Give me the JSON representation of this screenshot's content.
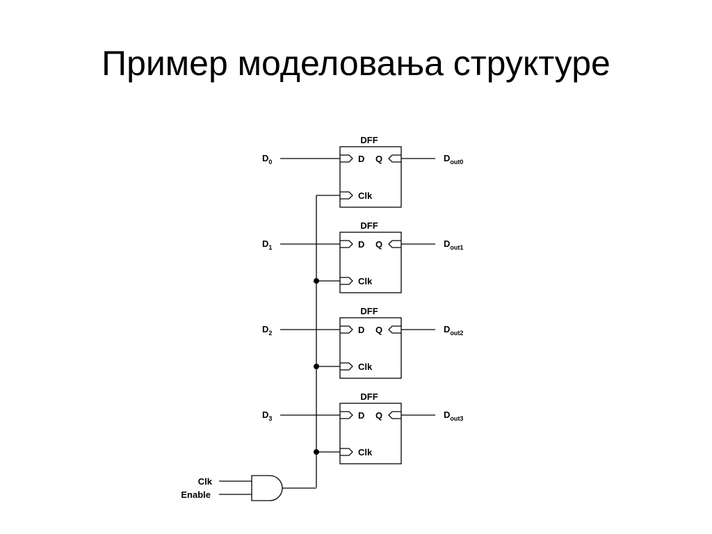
{
  "slide": {
    "title": "Пример моделовања структуре"
  },
  "diagram": {
    "block_label": "DFF",
    "pin_d": "D",
    "pin_q": "Q",
    "pin_clk": "Clk",
    "stages": [
      {
        "in_main": "D",
        "in_sub": "0",
        "out_main": "D",
        "out_sub": "out0"
      },
      {
        "in_main": "D",
        "in_sub": "1",
        "out_main": "D",
        "out_sub": "out1"
      },
      {
        "in_main": "D",
        "in_sub": "2",
        "out_main": "D",
        "out_sub": "out2"
      },
      {
        "in_main": "D",
        "in_sub": "3",
        "out_main": "D",
        "out_sub": "out3"
      }
    ],
    "gate_inputs": [
      "Clk",
      "Enable"
    ],
    "gate_type": "AND"
  }
}
